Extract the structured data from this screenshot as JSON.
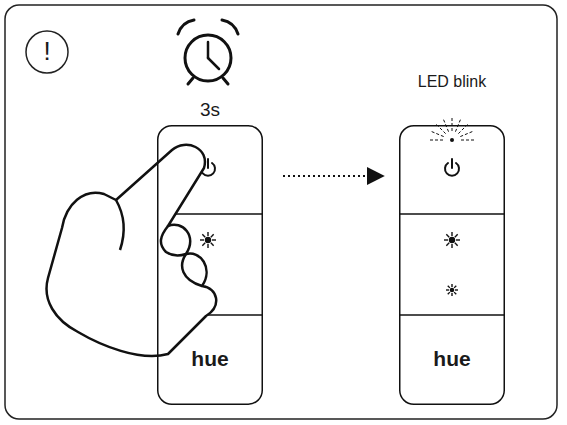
{
  "diagram": {
    "nodes": [
      {
        "text": [
          "!"
        ]
      },
      {
        "text": [
          "3s"
        ]
      },
      {
        "text": [
          "hue"
        ],
        "in": 1
      },
      {
        "text": [
          "LED blink"
        ]
      },
      {
        "text": [
          "hue"
        ],
        "in": 3
      }
    ],
    "edges": [
      {
        "from": 1,
        "to": 3,
        "arrow": "to"
      }
    ]
  }
}
